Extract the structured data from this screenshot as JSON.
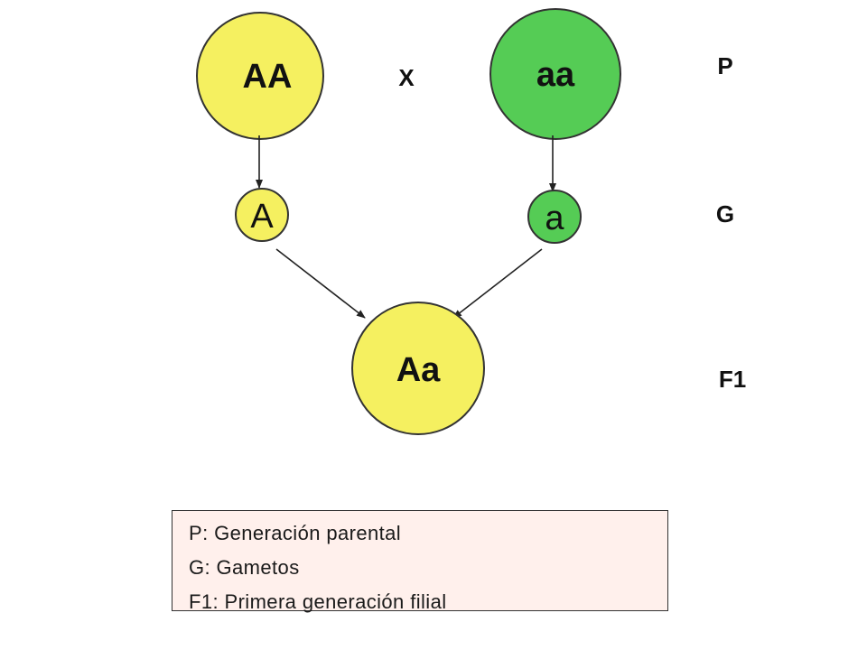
{
  "colors": {
    "dominant_fill": "#f5f060",
    "recessive_fill": "#55cc55",
    "stroke": "#333333",
    "legend_background": "#fff0ec"
  },
  "parents": {
    "left": "AA",
    "cross": "X",
    "right": "aa"
  },
  "gametes": {
    "left": "A",
    "right": "a"
  },
  "f1": {
    "genotype": "Aa"
  },
  "row_labels": {
    "p": "P",
    "g": "G",
    "f1": "F1"
  },
  "legend": {
    "lines": [
      "P: Generación parental",
      "G: Gametos",
      "F1: Primera generación filial"
    ]
  }
}
